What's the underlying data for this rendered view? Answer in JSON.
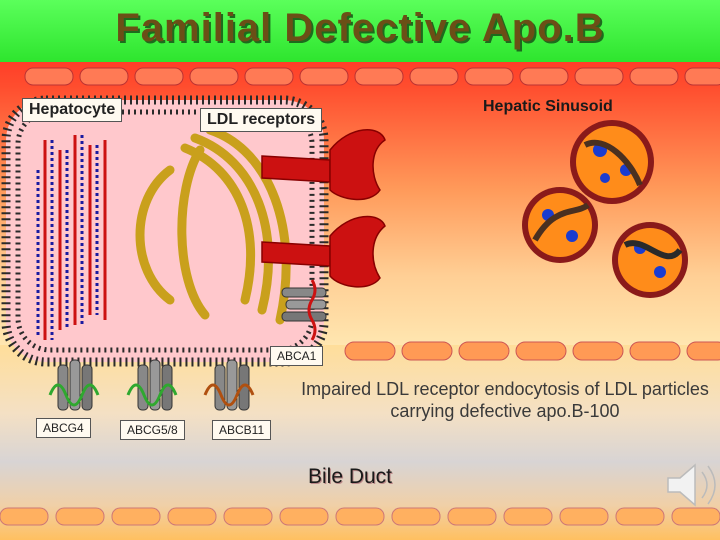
{
  "title": "Familial Defective Apo.B",
  "labels": {
    "hepatocyte": "Hepatocyte",
    "ldl_receptors": "LDL receptors",
    "hepatic_sinusoid": "Hepatic Sinusoid",
    "abca1": "ABCA1",
    "abcg4": "ABCG4",
    "abcg58": "ABCG5/8",
    "abcb11": "ABCB11",
    "bile_duct": "Bile Duct"
  },
  "caption": "Impaired LDL receptor endocytosis of LDL particles carrying defective apo.B-100",
  "icons": [
    "speaker-icon"
  ],
  "colors": {
    "title_bar": "#33ee33",
    "title_text": "#6b4f16",
    "cell_interior": "#ffc8cc",
    "receptor_red": "#cc1111",
    "golgi_gold": "#c9a01c",
    "membrane_dots": "#2a2a2a",
    "vessel_tile": "#ff7a55"
  }
}
